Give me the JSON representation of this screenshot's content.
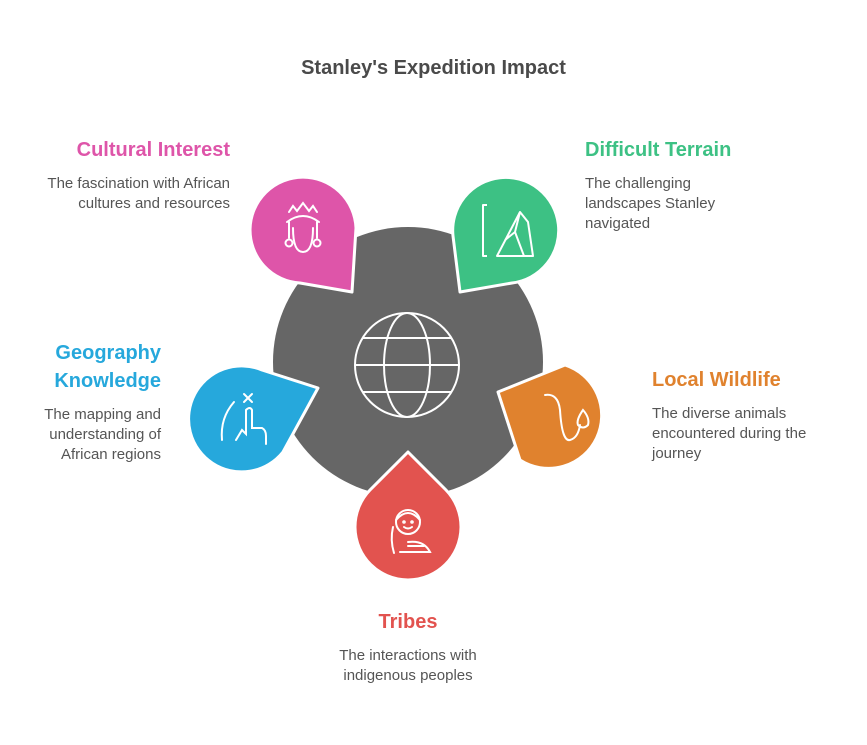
{
  "title": "Stanley's Expedition Impact",
  "center": {
    "icon": "globe-icon",
    "color": "#666666"
  },
  "items": [
    {
      "id": "cultural-interest",
      "title": "Cultural Interest",
      "description": "The fascination with African cultures and resources",
      "color": "#DE55A9",
      "icon": "crowned-woman-icon"
    },
    {
      "id": "difficult-terrain",
      "title": "Difficult Terrain",
      "description": "The challenging landscapes Stanley navigated",
      "color": "#3DC184",
      "icon": "mountain-rock-icon"
    },
    {
      "id": "geography-knowledge",
      "title": "Geography Knowledge",
      "description": "The mapping and understanding of African regions",
      "color": "#26A8DC",
      "icon": "map-pointer-icon"
    },
    {
      "id": "local-wildlife",
      "title": "Local Wildlife",
      "description": "The diverse animals encountered during the journey",
      "color": "#E0822E",
      "icon": "animal-tail-icon"
    },
    {
      "id": "tribes",
      "title": "Tribes",
      "description": "The interactions with indigenous peoples",
      "color": "#E2534F",
      "icon": "indigenous-person-icon"
    }
  ]
}
